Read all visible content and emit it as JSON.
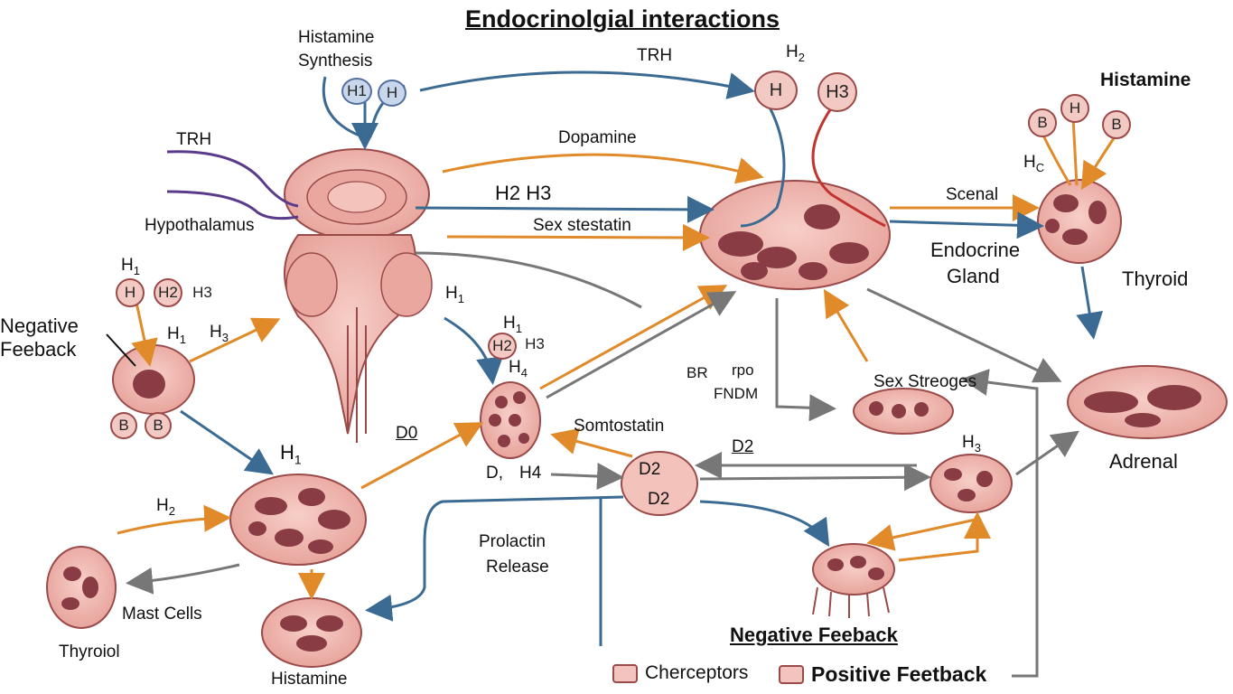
{
  "title": "Endocrinolgial interactions",
  "labels": {
    "histamine_synthesis_1": "Histamine",
    "histamine_synthesis_2": "Synthesis",
    "trh_left": "TRH",
    "hypothalamus": "Hypothalamus",
    "trh_top": "TRH",
    "dopamine": "Dopamine",
    "h2_h3": "H2 H3",
    "sex_stestatin": "Sex stestatin",
    "h2_top": "H",
    "h2_top_sub": "2",
    "histamine_right": "Histamine",
    "hc": "H",
    "hc_sub": "C",
    "scenal": "Scenal",
    "endocrine_gland_1": "Endocrine",
    "endocrine_gland_2": "Gland",
    "thyroid": "Thyroid",
    "negative_feedback_1": "Negative",
    "negative_feedback_2": "Feeback",
    "h1_left": "H",
    "h1_left_sub": "1",
    "h1_left2": "H",
    "h1_left2_sub": "1",
    "h3_left": "H",
    "h3_left_sub": "3",
    "h1_mid": "H",
    "h1_mid_sub": "1",
    "h1_center": "H",
    "h1_center_sub": "1",
    "h4_center": "H",
    "h4_center_sub": "4",
    "d0": "D0",
    "somtostatin": "Somtostatin",
    "d2_label": "D2",
    "d2_node_top": "D2",
    "d2_node_bottom": "D2",
    "dz_h4_1": "D,",
    "dz_h4_2": "H4",
    "br_1": "BR",
    "br_2": "rpo",
    "br_3": "FNDM",
    "sex_streoges": "Sex Streoges",
    "h3_right": "H",
    "h3_right_sub": "3",
    "adrenal": "Adrenal",
    "h1_lower": "H",
    "h1_lower_sub": "1",
    "h2_lower": "H",
    "h2_lower_sub": "2",
    "prolactin_1": "Prolactin",
    "prolactin_2": "Release",
    "mast_cells": "Mast Cells",
    "thyroiol": "Thyroiol",
    "histamine_bottom": "Histamine",
    "negative_feeback_bottom": "Negative Feeback",
    "legend_chercepters": "Cherceptors",
    "legend_positive": "Positive Feetback"
  },
  "bubbles": {
    "top_h1": "H1",
    "top_h2": "H",
    "hb_h": "H",
    "hb_h3": "H3",
    "right_b1": "B",
    "right_h": "H",
    "right_b2": "B",
    "left_h": "H",
    "left_h2": "H2",
    "left_h3": "H3",
    "left_b1": "B",
    "left_b2": "B",
    "mid_h2": "H2",
    "mid_h3": "H3"
  },
  "colors": {
    "cell_fill": "#efb3ab",
    "nucleus": "#8a3c45",
    "arrow_blue": "#3b6b93",
    "arrow_orange": "#e08a2a",
    "arrow_gray": "#777777",
    "line_purple": "#5a3a8a",
    "line_red": "#c0352f"
  }
}
